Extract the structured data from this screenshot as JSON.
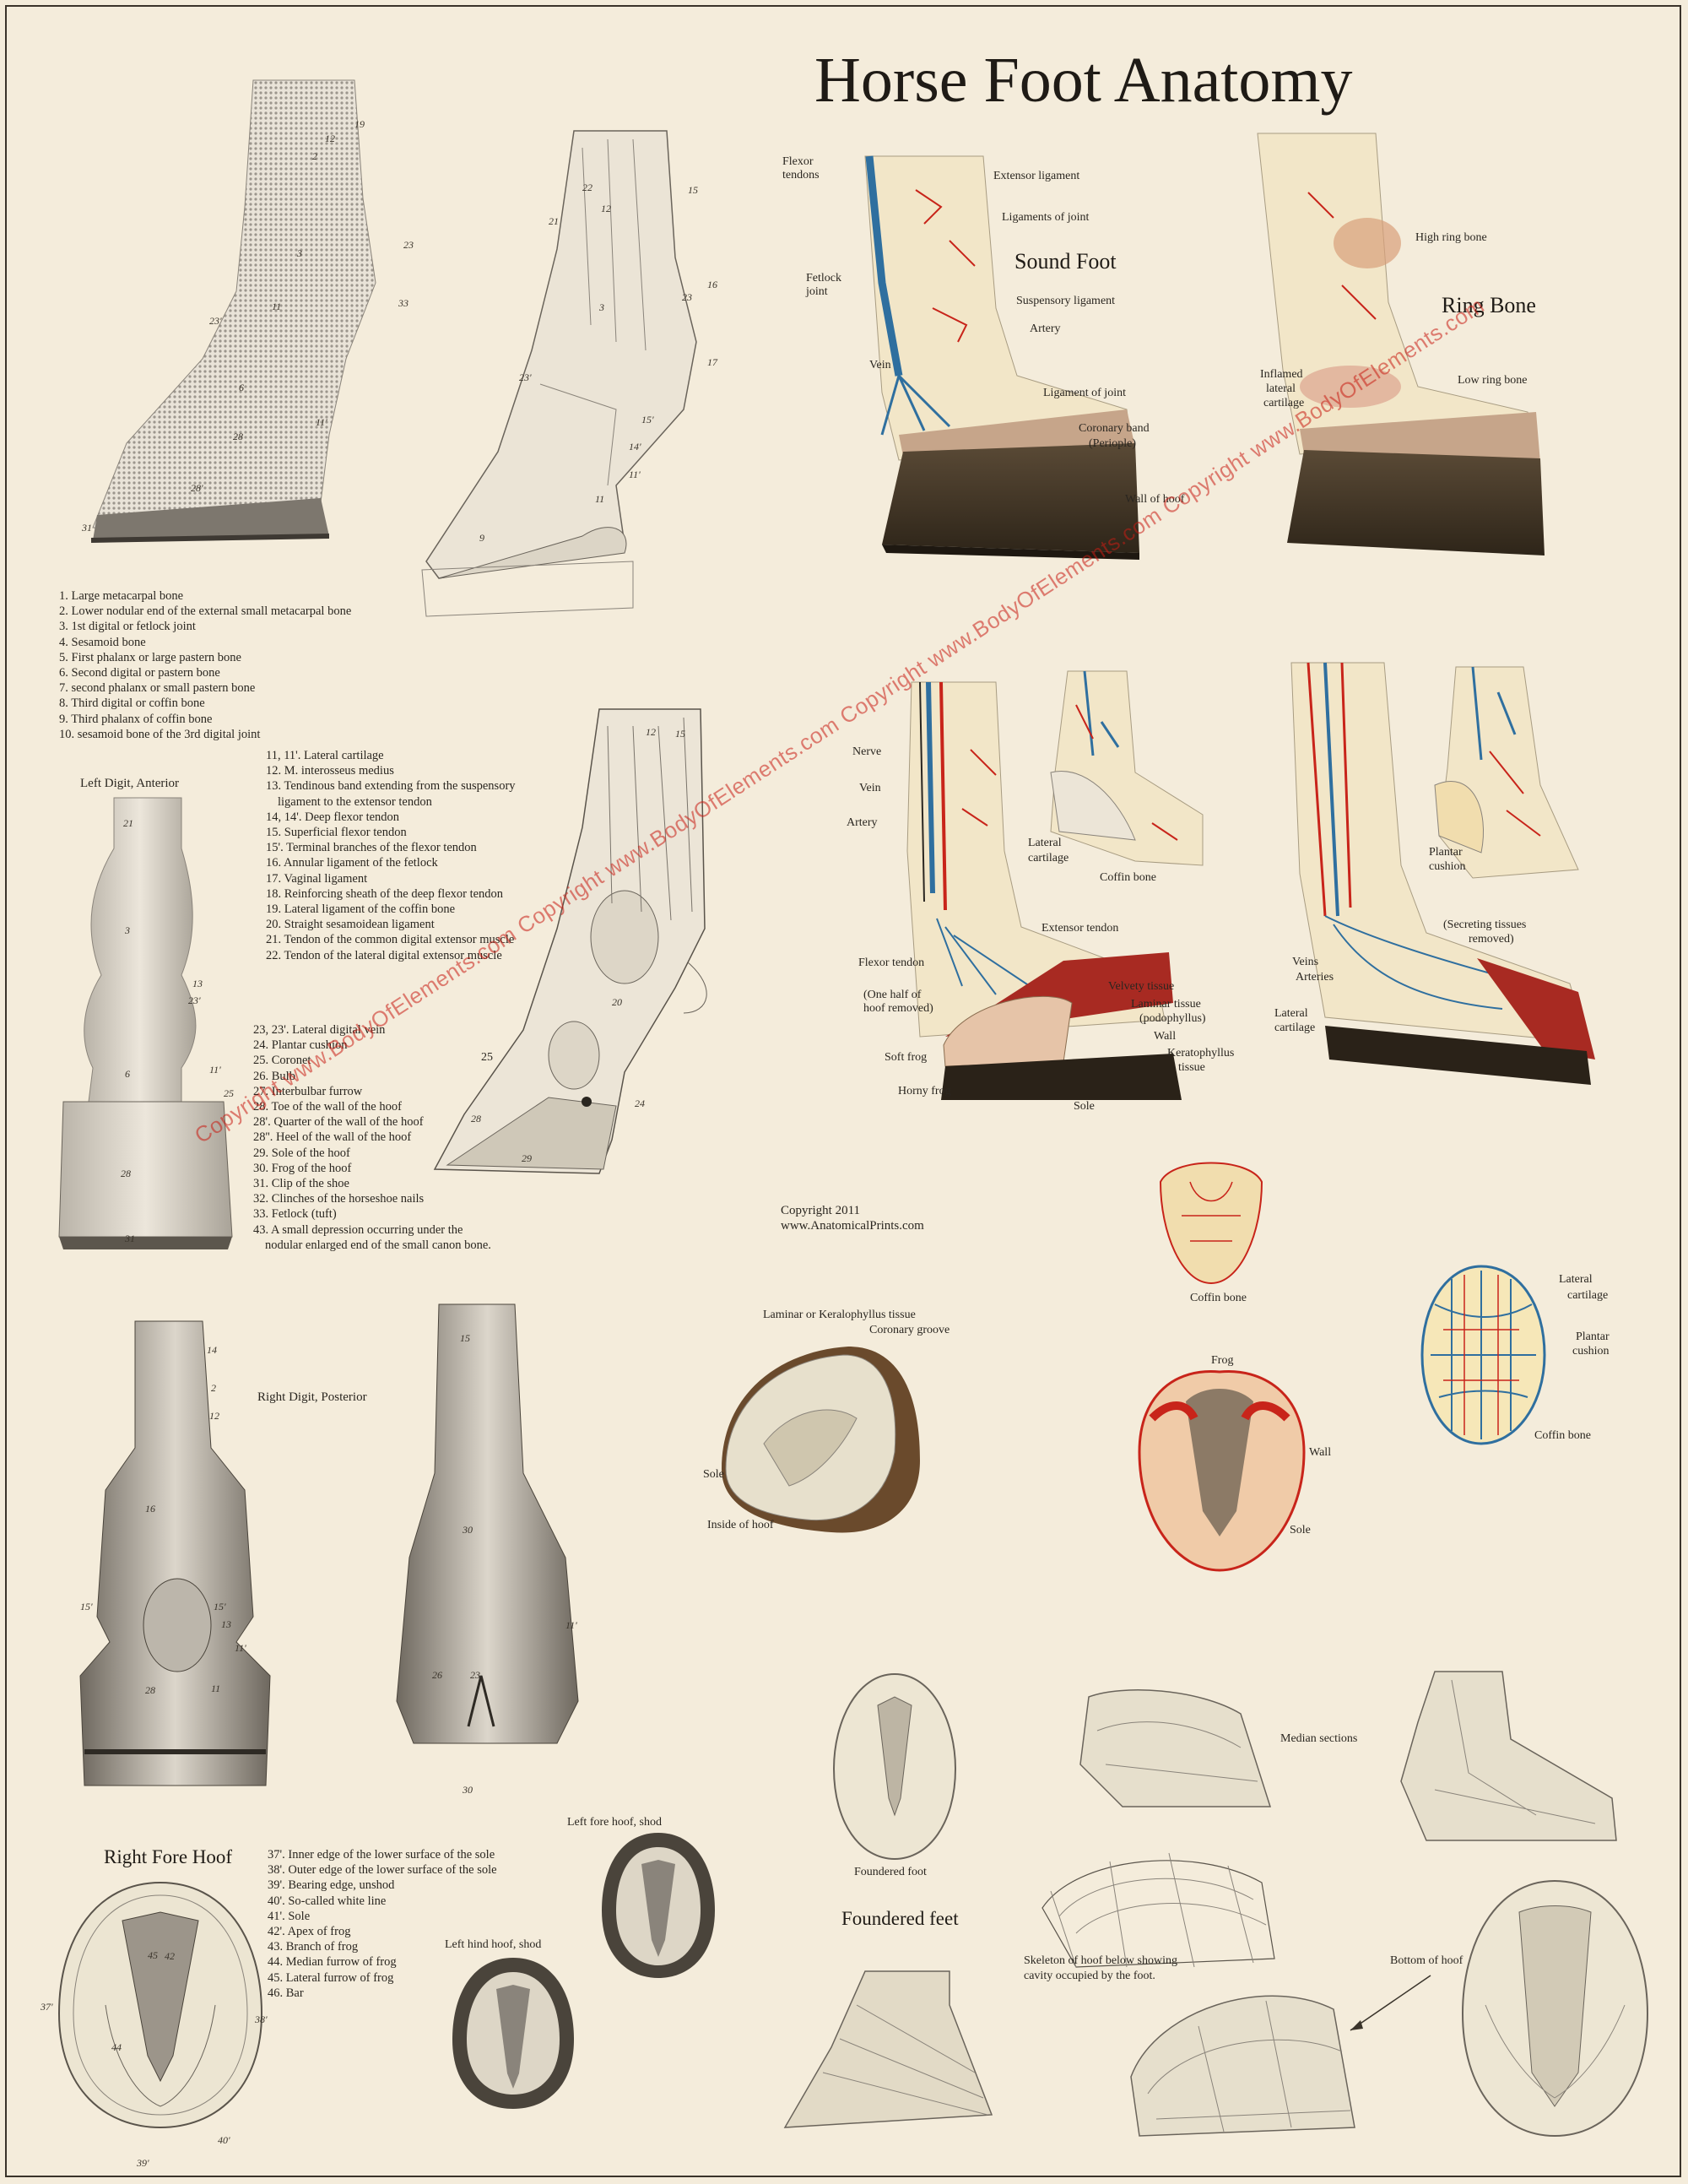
{
  "title": "Horse Foot Anatomy",
  "legend_group1": [
    "1. Large metacarpal bone",
    "2. Lower nodular end of the external small metacarpal bone",
    "3. 1st digital or fetlock joint",
    "4. Sesamoid bone",
    "5. First phalanx or large pastern bone",
    "6. Second digital or pastern bone",
    "7. second phalanx or small pastern bone",
    "8. Third digital or coffin bone",
    "9. Third phalanx of coffin bone",
    "10. sesamoid bone of the 3rd digital joint"
  ],
  "legend_group2": [
    "11, 11'. Lateral cartilage",
    "12. M. interosseus medius",
    "13. Tendinous band extending from the suspensory",
    "ligament to the extensor tendon",
    "14, 14'. Deep flexor tendon",
    "15. Superficial flexor tendon",
    "15'. Terminal branches of the flexor tendon",
    "16. Annular ligament of the fetlock",
    "17. Vaginal ligament",
    "18. Reinforcing sheath of the deep flexor tendon",
    "19. Lateral ligament of the coffin bone",
    "20. Straight sesamoidean ligament",
    "21. Tendon of the common digital extensor muscle",
    "22. Tendon of the lateral digital extensor muscle"
  ],
  "legend_group3": [
    "23, 23'. Lateral digital vein",
    "24. Plantar cushion",
    "25. Coronet",
    "26. Bulb",
    "27. Interbulbar furrow",
    "28. Toe of the wall of the hoof",
    "28'. Quarter of the wall of the hoof",
    "28''. Heel of the wall of the hoof",
    "29. Sole of the hoof",
    "30. Frog of the hoof",
    "31. Clip of the shoe",
    "32. Clinches of the horseshoe nails",
    "33. Fetlock (tuft)",
    "43. A small depression occurring under the",
    "nodular enlarged end of the small canon bone."
  ],
  "legend_group4": [
    "37'. Inner edge of the lower surface of the sole",
    "38'. Outer edge of the lower surface of the sole",
    "39'. Bearing edge, unshod",
    "40'. So-called white line",
    "41'. Sole",
    "42'. Apex of frog",
    "43. Branch of frog",
    "44. Median furrow of frog",
    "45. Lateral furrow of frog",
    "46. Bar"
  ],
  "headings": {
    "sound_foot": "Sound Foot",
    "ring_bone": "Ring Bone",
    "left_digit": "Left Digit, Anterior",
    "right_digit": "Right Digit, Posterior",
    "right_fore_hoof": "Right Fore Hoof",
    "left_fore_shod": "Left fore hoof, shod",
    "left_hind_shod": "Left hind hoof, shod",
    "foundered_feet": "Foundered feet"
  },
  "copyright": {
    "line1": "Copyright 2011",
    "line2": "www.AnatomicalPrints.com"
  },
  "watermark": "Copyright www.BodyOfElements.com Copyright www.BodyOfElements.com Copyright www.BodyOfElements.com Copyright www.BodyOfElements.com",
  "sound_foot_labels": {
    "flexor_tendons_1": "Flexor",
    "flexor_tendons_2": "tendons",
    "extensor_ligament": "Extensor ligament",
    "ligaments_of_joint": "Ligaments of joint",
    "fetlock_joint_1": "Fetlock",
    "fetlock_joint_2": "joint",
    "suspensory_ligament": "Suspensory ligament",
    "artery": "Artery",
    "vein": "Vein",
    "ligament_of_joint": "Ligament of joint",
    "coronary_band_1": "Coronary band",
    "coronary_band_2": "(Periople)",
    "wall_of_hoof": "Wall of hoof"
  },
  "ring_bone_labels": {
    "high_ring_bone": "High ring bone",
    "inflamed_1": "Inflamed",
    "inflamed_2": "lateral",
    "inflamed_3": "cartilage",
    "low_ring_bone": "Low ring bone"
  },
  "vascular_labels": {
    "nerve": "Nerve",
    "vein": "Vein",
    "artery": "Artery",
    "lateral_cartilage_1": "Lateral",
    "lateral_cartilage_2": "cartilage",
    "coffin_bone": "Coffin bone",
    "extensor_tendon": "Extensor tendon",
    "flexor_tendon": "Flexor tendon",
    "one_half_1": "(One half of",
    "one_half_2": "hoof removed)",
    "velvety_tissue": "Velvety tissue",
    "laminar_1": "Laminar tissue",
    "laminar_2": "(podophyllus)",
    "wall": "Wall",
    "kerato_1": "Keratophyllus",
    "kerato_2": "tissue",
    "soft_frog": "Soft frog",
    "horny_frog": "Horny frog",
    "sole": "Sole",
    "plantar_cushion_1": "Plantar",
    "plantar_cushion_2": "cushion",
    "secreting_1": "(Secreting tissues",
    "secreting_2": "removed)",
    "veins": "Veins",
    "arteries": "Arteries",
    "lateral_cartilage_r1": "Lateral",
    "lateral_cartilage_r2": "cartilage"
  },
  "hoof_detail_labels": {
    "laminar_keratophyllus": "Laminar or Keralophyllus tissue",
    "coronary_groove": "Coronary groove",
    "sole": "Sole",
    "inside_of_hoof": "Inside of hoof",
    "coffin_bone_top": "Coffin bone",
    "frog": "Frog",
    "wall": "Wall",
    "sole2": "Sole",
    "lateral_cartilage_1": "Lateral",
    "lateral_cartilage_2": "cartilage",
    "plantar_cushion_1": "Plantar",
    "plantar_cushion_2": "cushion",
    "coffin_bone": "Coffin bone"
  },
  "foundered_labels": {
    "foundered_foot": "Foundered foot",
    "median_sections": "Median sections",
    "skeleton_1": "Skeleton of hoof below showing",
    "skeleton_2": "cavity occupied by the foot.",
    "bottom_of_hoof": "Bottom of hoof"
  },
  "figure_numbers": {
    "fig1": [
      "12",
      "19",
      "2",
      "23",
      "3",
      "33",
      "23'",
      "11",
      "6",
      "11'",
      "28",
      "28'",
      "31"
    ],
    "fig2": [
      "22",
      "12",
      "15",
      "21",
      "16",
      "23",
      "3",
      "17",
      "23'",
      "15'",
      "14'",
      "11'",
      "11",
      "9"
    ],
    "fig3": [
      "21",
      "3",
      "13",
      "23'",
      "6",
      "11'",
      "25",
      "28",
      "31"
    ],
    "fig4": [
      "12",
      "15",
      "25",
      "20",
      "28",
      "29",
      "24"
    ],
    "fig5": [
      "14",
      "2",
      "12",
      "16",
      "15'",
      "15'",
      "13",
      "11'",
      "28",
      "11"
    ],
    "fig6": [
      "15",
      "30",
      "11'",
      "26",
      "23",
      "30"
    ],
    "fig7": [
      "37'",
      "45",
      "38'",
      "44",
      "42",
      "39'",
      "40'"
    ]
  },
  "colors": {
    "paper": "#f4ecdb",
    "ink": "#2a2620",
    "artery": "#c8241a",
    "vein": "#2f6f9f",
    "hoof_dark": "#3a3026",
    "watermark": "#c81e14"
  }
}
